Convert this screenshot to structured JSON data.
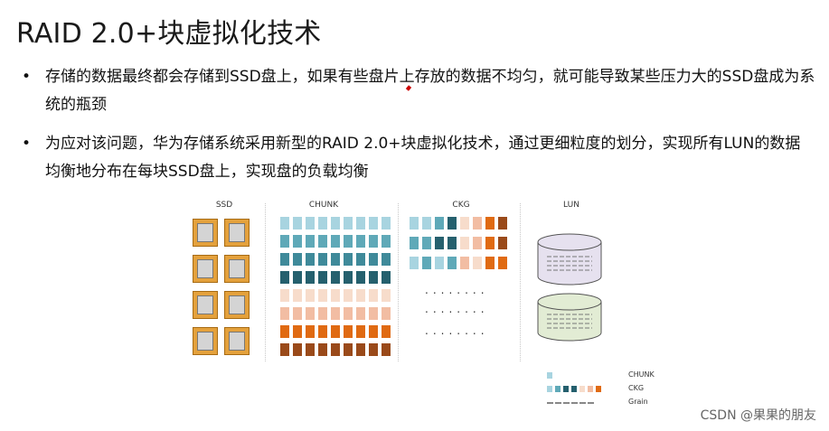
{
  "title": "RAID 2.0+块虚拟化技术",
  "bullets": [
    "存储的数据最终都会存储到SSD盘上，如果有些盘片上存放的数据不均匀，就可能导致某些压力大的SSD盘成为系统的瓶颈",
    "为应对该问题，华为存储系统采用新型的RAID 2.0+块虚拟化技术，通过更细粒度的划分，实现所有LUN的数据均衡地分布在每块SSD盘上，实现盘的负载均衡"
  ],
  "diagram": {
    "columns": [
      "SSD",
      "CHUNK",
      "CKG",
      "LUN"
    ],
    "chunk_row_colors": [
      "#a8d4e0",
      "#5fa9b8",
      "#3f8a9a",
      "#25606e",
      "#f7dccb",
      "#f2bda3",
      "#e06a12",
      "#9a4a1a"
    ],
    "ckg_row_colors": [
      "#a8d4e0",
      "#5fa9b8",
      "#25606e",
      "#f7dccb",
      "#f2bda3",
      "#e06a12",
      "#9a4a1a"
    ],
    "lun_colors": [
      "#e6e1ef",
      "#e2ecd4"
    ],
    "ssd_color": "#e4a13c"
  },
  "legend": {
    "items": [
      "CHUNK",
      "CKG",
      "Grain"
    ]
  },
  "watermark": "CSDN @果果的朋友"
}
